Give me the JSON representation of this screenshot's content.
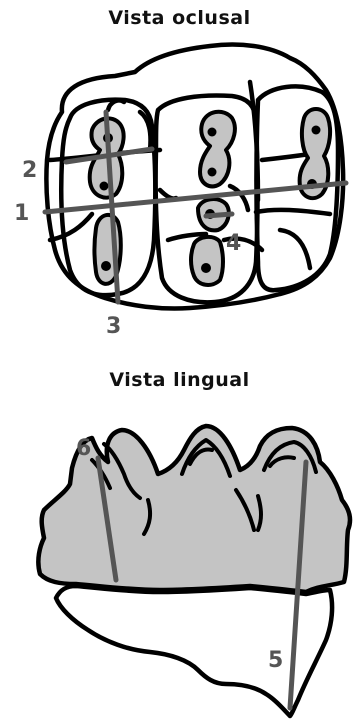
{
  "occlusal_view": {
    "title": "Vista oclusal",
    "labels": {
      "m1": "1",
      "m2": "2",
      "m3": "3",
      "m4": "4"
    }
  },
  "lingual_view": {
    "title": "Vista lingual",
    "labels": {
      "m5": "5",
      "m6": "6"
    }
  },
  "colors": {
    "outline": "#000000",
    "measure_line": "#555555",
    "measure_label": "#555555",
    "fill": "#c4c4c4"
  }
}
